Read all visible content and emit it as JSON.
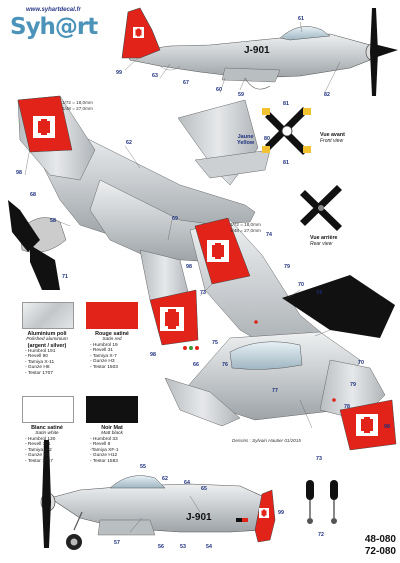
{
  "brand": {
    "url": "www.syhartdecal.fr",
    "name": "Syh@rt"
  },
  "scale": {
    "s72": "1/72 = 18,0mm",
    "s48": "1/48 = 27,0mm"
  },
  "registration": "J-901",
  "callouts": {
    "top": [
      "61",
      "99",
      "63",
      "67",
      "60",
      "59",
      "82"
    ],
    "left_plan": [
      "62",
      "98",
      "68",
      "58",
      "71",
      "69",
      "98",
      "66"
    ],
    "right_plan": [
      "74",
      "79",
      "98",
      "73",
      "70",
      "74",
      "75",
      "76",
      "77",
      "78",
      "79",
      "70",
      "98",
      "73"
    ],
    "bottom": [
      "55",
      "57",
      "56",
      "62",
      "64",
      "65",
      "99",
      "53",
      "54"
    ],
    "prop": [
      "81",
      "80",
      "81"
    ],
    "gear": [
      "72"
    ]
  },
  "views": {
    "yellow_en": "Yellow",
    "yellow_fr": "Jaune",
    "front_title": "Vue avant",
    "front_sub": "Front view",
    "rear_title": "Vue arrière",
    "rear_sub": "Rear view"
  },
  "colors": {
    "silver": "#cfd3d6",
    "red": "#e2231a",
    "white": "#ffffff",
    "black": "#111111",
    "paints": [
      {
        "title": "Aluminium poli",
        "sub": "Polished aluminium",
        "sub2": "(argent / silver)",
        "lines": [
          "- Humbrol 191",
          "- Revell 90",
          "- Tamiya X-11",
          "- Gunze H8",
          "- Testor 1707"
        ]
      },
      {
        "title": "Rouge satiné",
        "sub": "Satin red",
        "lines": [
          "- Humbrol 19",
          "- Revell 31",
          "- Tamiya X-7",
          "- Gunze H3",
          "- Testor 1503"
        ]
      },
      {
        "title": "Blanc satiné",
        "sub": "Satin white",
        "lines": [
          "- Humbrol 130",
          "- Revell 301",
          "- Tamiya X-2",
          "- Gunze H1",
          "- Testor 1747"
        ]
      },
      {
        "title": "Noir Mat",
        "sub": "Matt black",
        "lines": [
          "- Humbrol 33",
          "- Revell 8",
          "-Tamiya XF-1",
          "- Gunze H12",
          "- Testor 1583"
        ]
      }
    ]
  },
  "credit": "Dessins : Sylvain Hautier 01/2015",
  "refs": [
    "48-080",
    "72-080"
  ]
}
